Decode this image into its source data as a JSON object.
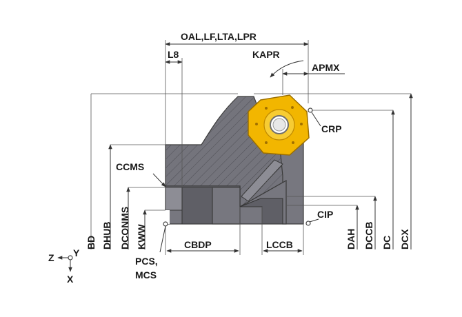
{
  "labels": {
    "oal": "OAL,LF,LTA,LPR",
    "l8": "L8",
    "kapr": "KAPR",
    "apmx": "APMX",
    "crp": "CRP",
    "ccms": "CCMS",
    "cip": "CIP",
    "cbdp": "CBDP",
    "lccb": "LCCB",
    "bd": "BD",
    "dhub": "DHUB",
    "dconms": "DCONMS",
    "kww": "KWW",
    "dah": "DAH",
    "dccb": "DCCB",
    "dc": "DC",
    "dcx": "DCX",
    "pcs_mcs_line1": "PCS,",
    "pcs_mcs_line2": "MCS",
    "axis_z": "Z",
    "axis_y": "Y",
    "axis_x": "X"
  },
  "colors": {
    "body": "#77777f",
    "insert": "#f2b600",
    "insert_edge": "#9a6e00",
    "dimension": "#333333"
  }
}
